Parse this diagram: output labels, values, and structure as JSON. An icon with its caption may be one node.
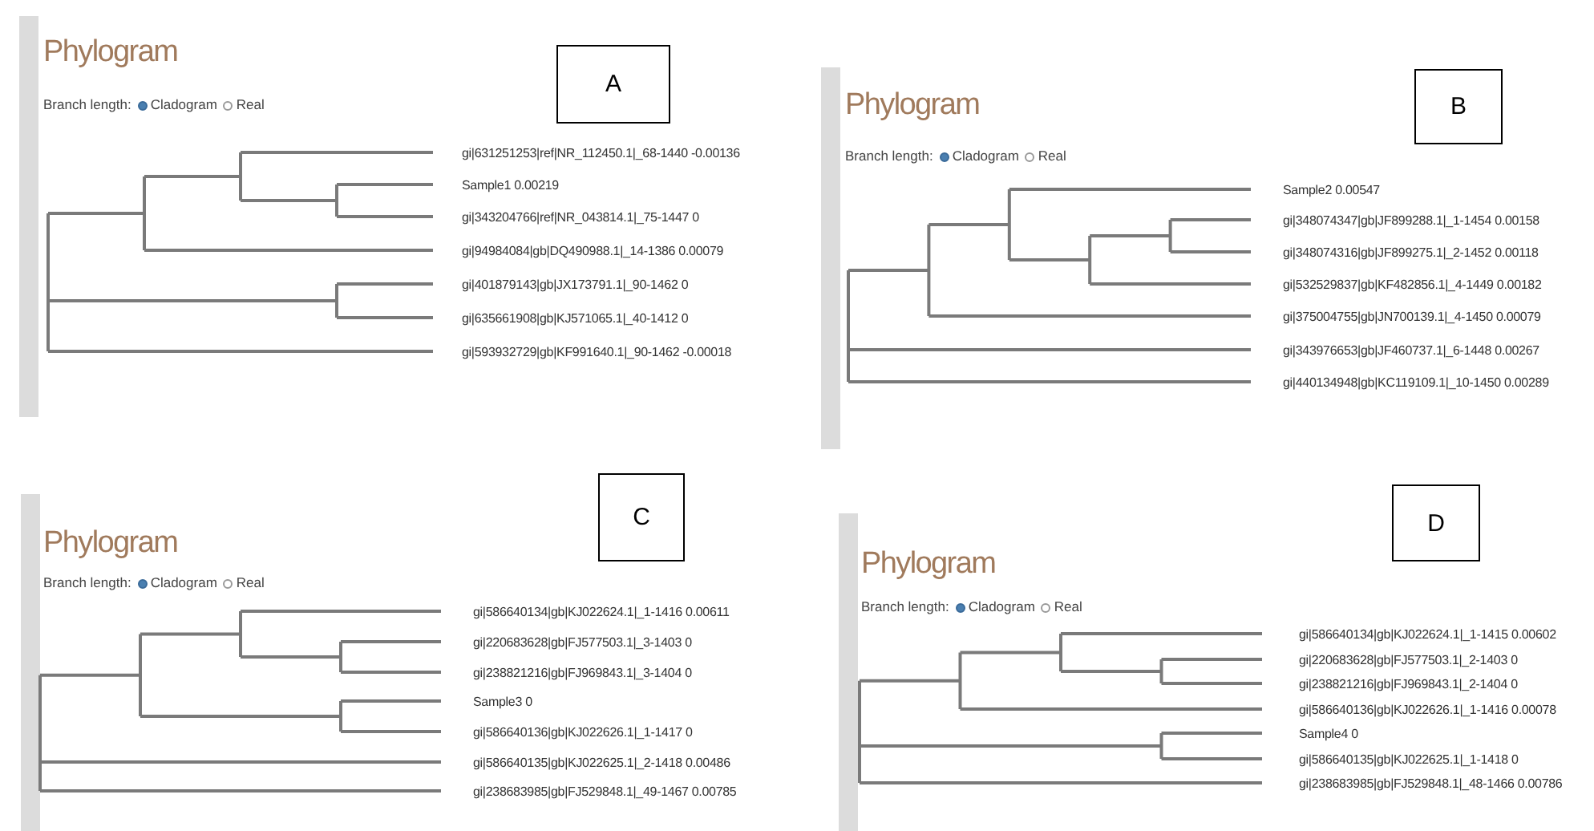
{
  "diagram": {
    "nodes": [
      {
        "text": [
          "A"
        ]
      },
      {
        "text": [
          "B"
        ]
      },
      {
        "text": [
          "C"
        ]
      },
      {
        "text": [
          "D"
        ]
      }
    ],
    "edges": [],
    "labels": [
      "Phylogram",
      "Branch length:",
      "Cladogram",
      "Real",
      "gi|631251253|ref|NR_112450.1|_68-1440 -0.00136",
      "Sample1 0.00219",
      "gi|343204766|ref|NR_043814.1|_75-1447 0",
      "gi|94984084|gb|DQ490988.1|_14-1386 0.00079",
      "gi|401879143|gb|JX173791.1|_90-1462 0",
      "gi|635661908|gb|KJ571065.1|_40-1412 0",
      "gi|593932729|gb|KF991640.1|_90-1462 -0.00018",
      "Phylogram",
      "Branch length:",
      "Cladogram",
      "Real",
      "Sample2 0.00547",
      "gi|348074347|gb|JF899288.1|_1-1454 0.00158",
      "gi|348074316|gb|JF899275.1|_2-1452 0.00118",
      "gi|532529837|gb|KF482856.1|_4-1449 0.00182",
      "gi|375004755|gb|JN700139.1|_4-1450 0.00079",
      "gi|343976653|gb|JF460737.1|_6-1448 0.00267",
      "gi|440134948|gb|KC119109.1|_10-1450 0.00289",
      "Phylogram",
      "Branch length:",
      "Cladogram",
      "Real",
      "gi|586640134|gb|KJ022624.1|_1-1416 0.00611",
      "gi|220683628|gb|FJ577503.1|_3-1403 0",
      "gi|238821216|gb|FJ969843.1|_3-1404 0",
      "Sample3 0",
      "gi|586640136|gb|KJ022626.1|_1-1417 0",
      "gi|586640135|gb|KJ022625.1|_2-1418 0.00486",
      "gi|238683985|gb|FJ529848.1|_49-1467 0.00785",
      "Phylogram",
      "Branch length:",
      "Cladogram",
      "Real",
      "gi|586640134|gb|KJ022624.1|_1-1415 0.00602",
      "gi|220683628|gb|FJ577503.1|_2-1403 0",
      "gi|238821216|gb|FJ969843.1|_2-1404 0",
      "gi|586640136|gb|KJ022626.1|_1-1416 0.00078",
      "Sample4 0",
      "gi|586640135|gb|KJ022625.1|_1-1418 0",
      "gi|238683985|gb|FJ529848.1|_48-1466 0.00786"
    ]
  }
}
